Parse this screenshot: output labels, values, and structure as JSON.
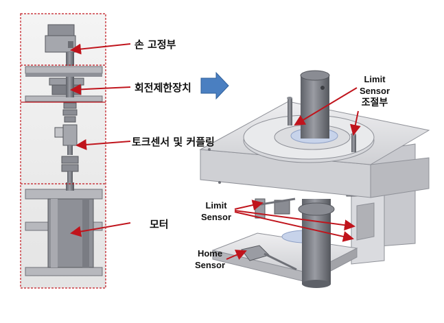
{
  "left_labels": {
    "hand_fixture": "손 고정부",
    "rotation_limiter": "회전제한장치",
    "torque_sensor_coupling": "토크센서 및 커플링",
    "motor": "모터"
  },
  "right_labels": {
    "limit_sensor_adjuster_line1": "Limit",
    "limit_sensor_adjuster_line2": "Sensor",
    "limit_sensor_adjuster_line3": "조절부",
    "limit_sensor_line1": "Limit",
    "limit_sensor_line2": "Sensor",
    "home_sensor_line1": "Home",
    "home_sensor_line2": "Sensor"
  },
  "colors": {
    "arrow_red": "#c0141c",
    "section_border": "#c0141c",
    "blue_arrow": "#4a7fc1",
    "metal_light": "#d8d8db",
    "metal_mid": "#a9aab0",
    "metal_dark": "#6f7178"
  }
}
